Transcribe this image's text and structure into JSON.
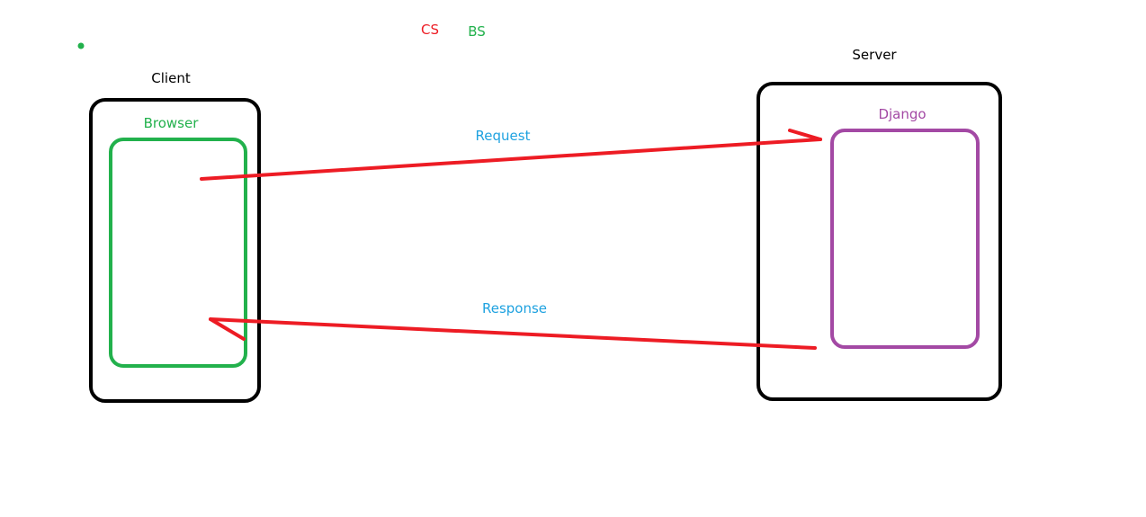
{
  "colors": {
    "black": "#000000",
    "red": "#ed1c24",
    "green": "#22b14c",
    "purple": "#a349a4",
    "blue": "#1fa2e0"
  },
  "legend": {
    "cs": "CS",
    "bs": "BS"
  },
  "client": {
    "title": "Client",
    "browser": "Browser"
  },
  "server": {
    "title": "Server",
    "django": "Django"
  },
  "arrows": {
    "request": "Request",
    "response": "Response"
  }
}
